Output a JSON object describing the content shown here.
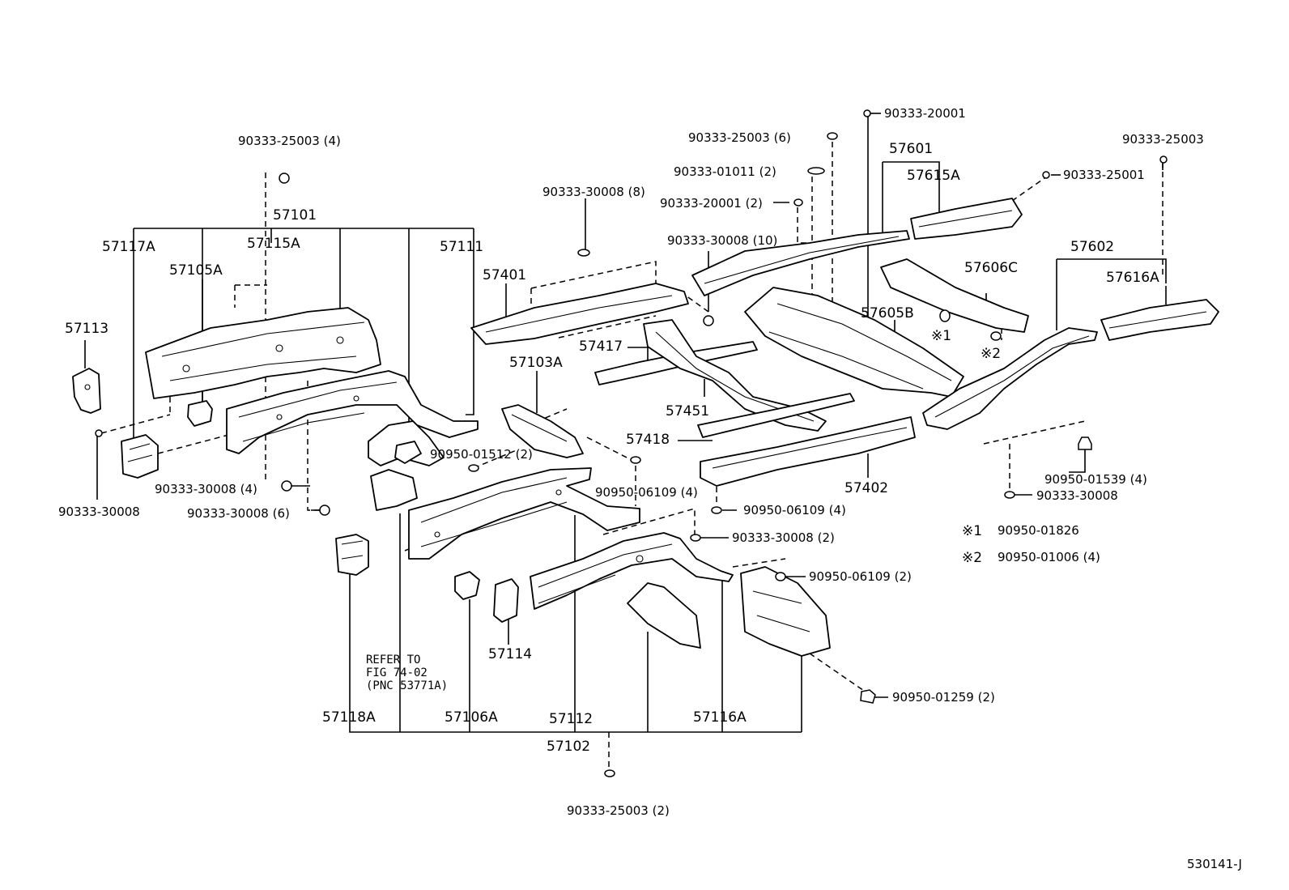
{
  "figure_code": "530141-J",
  "refer_note": [
    "REFER TO",
    "FIG 74-02",
    "(PNC 53771A)"
  ],
  "notes": [
    {
      "mark": "※1",
      "part": "90950-01826"
    },
    {
      "mark": "※2",
      "part": "90950-01006 (4)"
    }
  ],
  "note_marks": {
    "m1": "※1",
    "m2": "※2"
  },
  "labels": {
    "p57101": "57101",
    "p57117A": "57117A",
    "p57115A": "57115A",
    "p57111": "57111",
    "p57105A": "57105A",
    "p57113": "57113",
    "p57401": "57401",
    "p57417": "57417",
    "p57103A": "57103A",
    "p57451": "57451",
    "p57418": "57418",
    "p57402": "57402",
    "p57601": "57601",
    "p57615A": "57615A",
    "p57606C": "57606C",
    "p57605B": "57605B",
    "p57602": "57602",
    "p57616A": "57616A",
    "p57114": "57114",
    "p57118A": "57118A",
    "p57106A": "57106A",
    "p57112": "57112",
    "p57116A": "57116A",
    "p57102": "57102",
    "f_25003_4": "90333-25003 (4)",
    "f_30008_left": "90333-30008",
    "f_30008_4": "90333-30008 (4)",
    "f_30008_6": "90333-30008 (6)",
    "f_30008_8": "90333-30008 (8)",
    "f_01512_2": "90950-01512 (2)",
    "f_06109_4a": "90950-06109 (4)",
    "f_20001_top": "90333-20001",
    "f_25003_6": "90333-25003 (6)",
    "f_01011_2": "90333-01011 (2)",
    "f_20001_2": "90333-20001 (2)",
    "f_30008_10": "90333-30008 (10)",
    "f_25003_right": "90333-25003",
    "f_25001": "90333-25001",
    "f_01539_4": "90950-01539 (4)",
    "f_30008_right": "90333-30008",
    "f_06109_4b": "90950-06109 (4)",
    "f_30008_2": "90333-30008 (2)",
    "f_06109_2": "90950-06109 (2)",
    "f_01259_2": "90950-01259 (2)",
    "f_25003_2": "90333-25003 (2)"
  }
}
